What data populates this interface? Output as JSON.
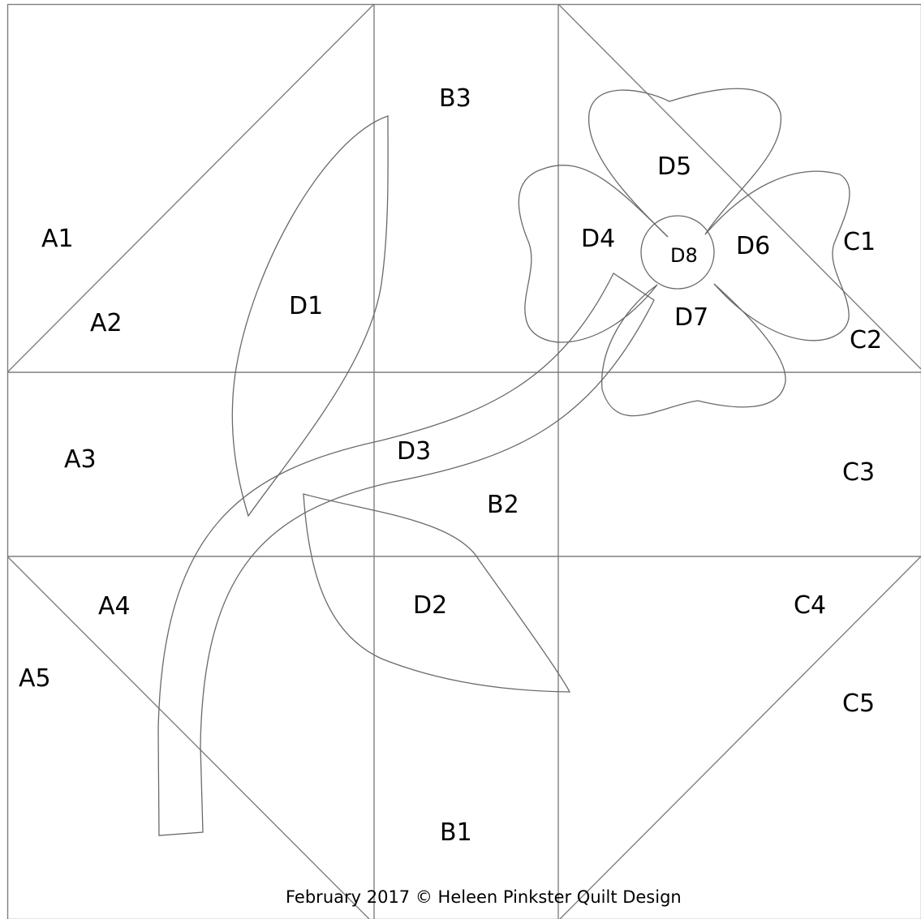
{
  "pattern": {
    "labels": {
      "A1": "A1",
      "A2": "A2",
      "A3": "A3",
      "A4": "A4",
      "A5": "A5",
      "B1": "B1",
      "B2": "B2",
      "B3": "B3",
      "C1": "C1",
      "C2": "C2",
      "C3": "C3",
      "C4": "C4",
      "C5": "C5",
      "D1": "D1",
      "D2": "D2",
      "D3": "D3",
      "D4": "D4",
      "D5": "D5",
      "D6": "D6",
      "D7": "D7",
      "D8": "D8"
    },
    "footer": "February 2017 © Heleen Pinkster Quilt Design"
  }
}
